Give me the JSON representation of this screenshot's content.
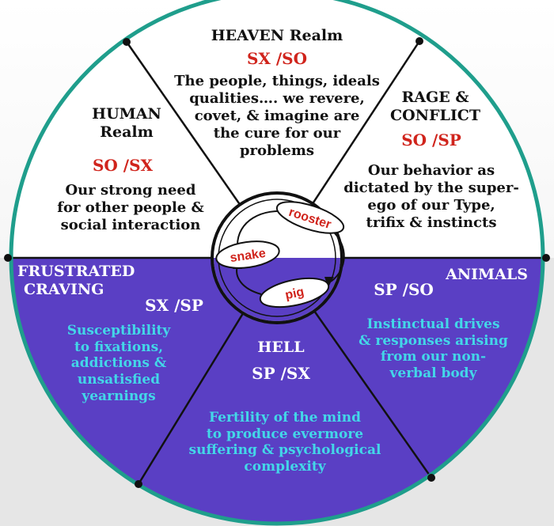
{
  "realms": {
    "heaven": {
      "title": "HEAVEN Realm",
      "code": "SX /SO",
      "desc": [
        "The people, things, ideals",
        "qualities…. we revere,",
        "covet, & imagine are",
        "the cure for our",
        "problems"
      ]
    },
    "human": {
      "title": [
        "HUMAN",
        "Realm"
      ],
      "code": "SO /SX",
      "desc": [
        "Our strong need",
        "for other people &",
        "social interaction"
      ]
    },
    "rage": {
      "title": [
        "RAGE &",
        "CONFLICT"
      ],
      "code": "SO /SP",
      "desc": [
        "Our behavior as",
        "dictated by the super-",
        "ego of our Type,",
        "trifix & instincts"
      ]
    },
    "craving": {
      "title": [
        "FRUSTRATED",
        "CRAVING"
      ],
      "code": "SX /SP",
      "desc": [
        "Susceptibility",
        "to fixations,",
        "addictions &",
        "unsatisfied",
        "yearnings"
      ]
    },
    "animals": {
      "title": "ANIMALS",
      "code": "SP /SO",
      "desc": [
        "Instinctual drives",
        "& responses arising",
        "from our non-",
        "verbal body"
      ]
    },
    "hell": {
      "title": "HELL",
      "code": "SP /SX",
      "desc": [
        "Fertility of the mind",
        "to produce evermore",
        "suffering & psychological",
        "complexity"
      ]
    }
  },
  "hub": {
    "rooster": "rooster",
    "snake": "snake",
    "pig": "pig"
  },
  "colors": {
    "rim": "#1f9e8c",
    "lower_fill": "#5a3fc4",
    "code_red": "#d0241c",
    "desc_cyan": "#43d7e8"
  }
}
